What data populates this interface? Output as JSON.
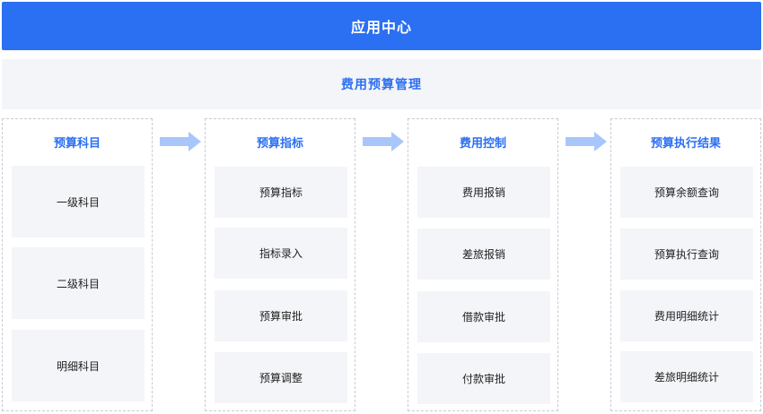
{
  "header": {
    "title": "应用中心"
  },
  "subheader": {
    "title": "费用预算管理"
  },
  "columns": [
    {
      "title": "预算科目",
      "items": [
        "一级科目",
        "二级科目",
        "明细科目"
      ]
    },
    {
      "title": "预算指标",
      "items": [
        "预算指标",
        "指标录入",
        "预算审批",
        "预算调整"
      ]
    },
    {
      "title": "费用控制",
      "items": [
        "费用报销",
        "差旅报销",
        "借款审批",
        "付款审批"
      ]
    },
    {
      "title": "预算执行结果",
      "items": [
        "预算余额查询",
        "预算执行查询",
        "费用明细统计",
        "差旅明细统计"
      ]
    }
  ],
  "colors": {
    "primary": "#2b6ff2",
    "card_bg": "#f4f5f8",
    "arrow": "#a9c6fb"
  },
  "icons": {
    "flow_arrow": "right-arrow-icon"
  }
}
